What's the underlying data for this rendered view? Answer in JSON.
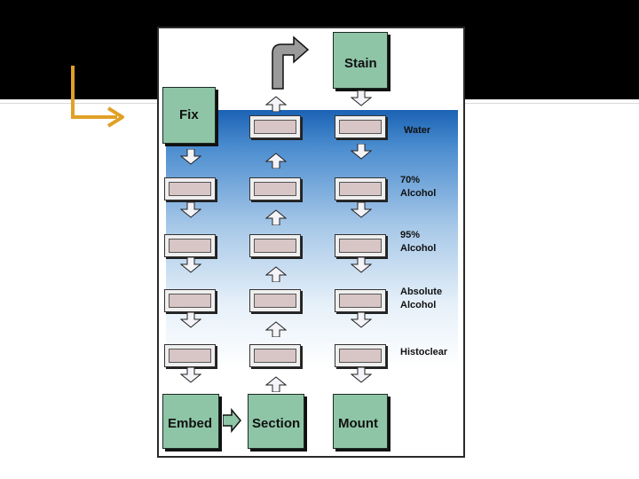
{
  "slide": {
    "background": "#ffffff",
    "topbar_color": "#000000",
    "corner_arrow_color": "#e0a126"
  },
  "diagram": {
    "columns": {
      "left": {
        "top_box": "Fix",
        "bottom_box": "Embed"
      },
      "middle": {
        "bottom_box": "Section"
      },
      "right": {
        "top_box": "Stain",
        "bottom_box": "Mount"
      }
    },
    "rows": [
      "Water",
      "70%\nAlcohol",
      "95%\nAlcohol",
      "Absolute\nAlcohol",
      "Histoclear"
    ],
    "colors": {
      "box_green": "#8ec5a6",
      "dish_fill": "#d8c5c6",
      "gradient_top": "#1b62b4"
    }
  }
}
